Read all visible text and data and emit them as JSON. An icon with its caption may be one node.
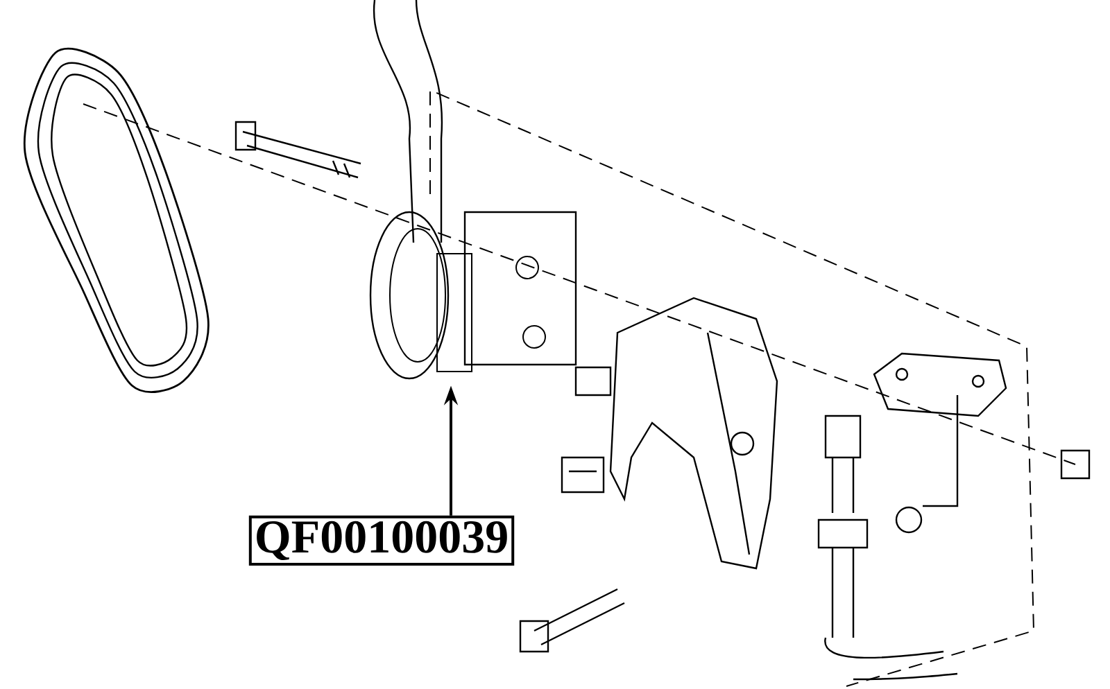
{
  "diagram": {
    "nodes": [
      {
        "text": [
          "QF00100039"
        ]
      },
      {
        "text": [],
        "shape": "picture"
      }
    ],
    "edges": [
      {
        "from": 0,
        "to": 1,
        "arrow": "to"
      }
    ]
  }
}
